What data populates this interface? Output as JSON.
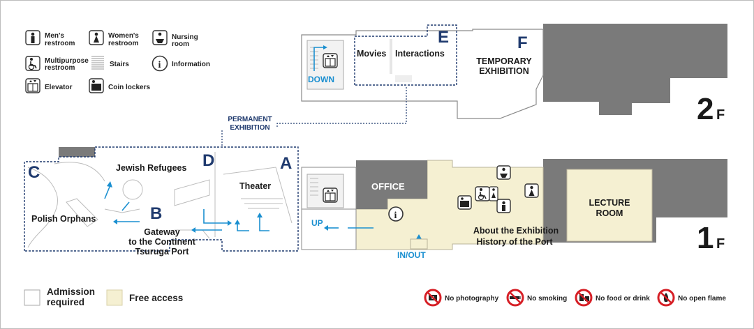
{
  "legend": {
    "mens_restroom": [
      "Men's",
      "restroom"
    ],
    "womens_restroom": [
      "Women's",
      "restroom"
    ],
    "nursing_room": [
      "Nursing",
      "room"
    ],
    "multipurpose_restroom": [
      "Multipurpose",
      "restroom"
    ],
    "stairs": "Stairs",
    "information": "Information",
    "elevator": "Elevator",
    "coin_lockers": "Coin lockers"
  },
  "floors": {
    "second": {
      "number": "2",
      "suffix": "F"
    },
    "first": {
      "number": "1",
      "suffix": "F"
    }
  },
  "permanent_exhibition": [
    "PERMANENT",
    "EXHIBITION"
  ],
  "second_floor": {
    "zone_e": "E",
    "zone_f": "F",
    "movies": "Movies",
    "interactions": "Interactions",
    "temporary_exhibition": [
      "TEMPORARY",
      "EXHIBITION"
    ],
    "down": "DOWN"
  },
  "first_floor": {
    "zone_a": "A",
    "zone_b": "B",
    "zone_c": "C",
    "zone_d": "D",
    "jewish_refugees": "Jewish Refugees",
    "theater": "Theater",
    "polish_orphans": "Polish Orphans",
    "gateway": [
      "Gateway",
      "to the Continent",
      "Tsuruga Port"
    ],
    "office": "OFFICE",
    "lecture_room": [
      "LECTURE",
      "ROOM"
    ],
    "about_exhibition": [
      "About the Exhibition",
      "History of the Port"
    ],
    "up": "UP",
    "in_out": "IN/OUT"
  },
  "access_legend": {
    "admission_required": [
      "Admission",
      "required"
    ],
    "free_access": "Free access"
  },
  "rules": {
    "no_photography": "No photography",
    "no_smoking": "No smoking",
    "no_food_or_drink": "No food or drink",
    "no_open_flame": "No open flame"
  },
  "colors": {
    "free_access": "#f5f0d2",
    "dark_gray": "#7a7a7a",
    "zone_navy": "#1f3a6e",
    "arrow_blue": "#1a8fd0",
    "prohibition_red": "#d61f26"
  }
}
